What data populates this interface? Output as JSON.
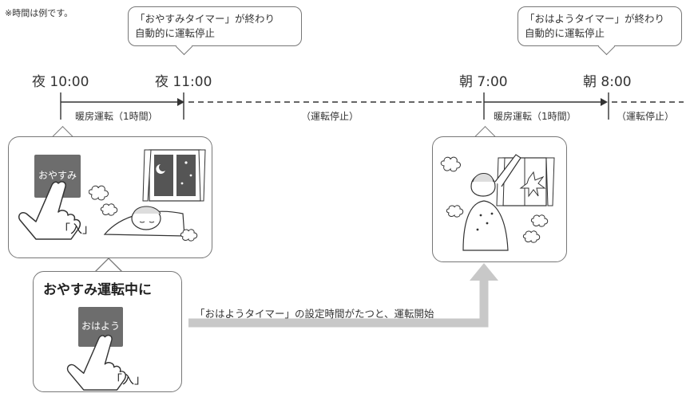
{
  "note": "※時間は例です。",
  "callout_left": {
    "line1": "「おやすみタイマー」が終わり",
    "line2": "自動的に運転停止"
  },
  "callout_right": {
    "line1": "「おはようタイマー」が終わり",
    "line2": "自動的に運転停止"
  },
  "times": {
    "t1": "夜 10:00",
    "t2": "夜 11:00",
    "t3": "朝 7:00",
    "t4": "朝 8:00"
  },
  "segments": {
    "heat1": "暖房運転（1時間）",
    "stop1": "（運転停止）",
    "heat2": "暖房運転（1時間）",
    "stop2": "（運転停止）"
  },
  "panel_sleep": {
    "button": "おやすみ",
    "press": "「入」"
  },
  "panel_wake_during": {
    "heading": "おやすみ運転中に",
    "button": "おはよう",
    "press": "「入」"
  },
  "flow_label": "「おはようタイマー」の設定時間がたつと、運転開始",
  "colors": {
    "arrow": "#c8c8c8",
    "line": "#333333",
    "button": "#6d6d6d",
    "frame": "#777777"
  }
}
